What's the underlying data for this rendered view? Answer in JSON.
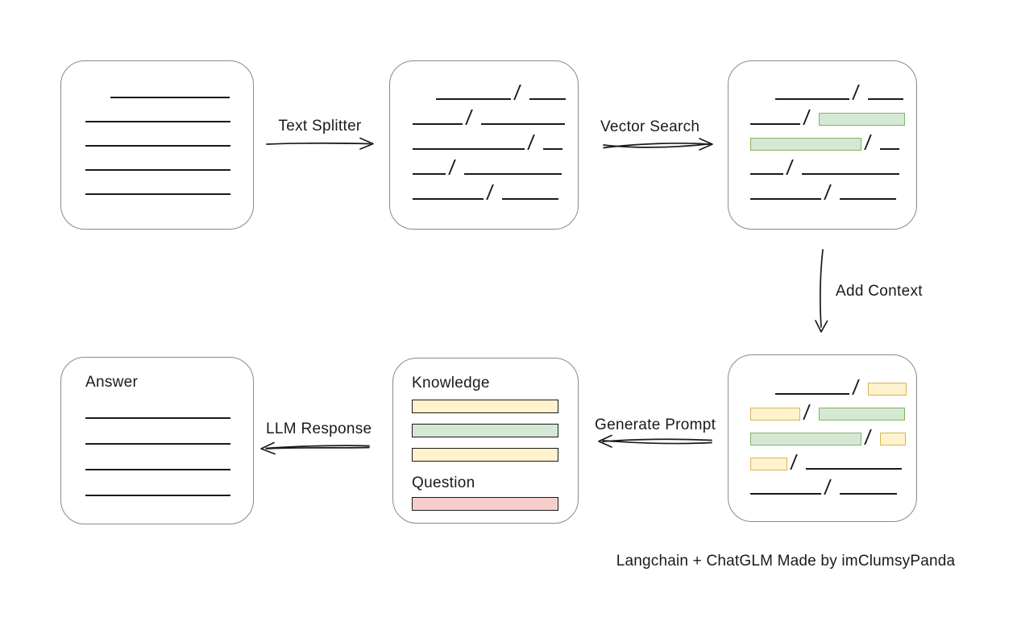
{
  "caption": "Langchain + ChatGLM Made by imClumsyPanda",
  "colors": {
    "ink": "#1a1a1a",
    "box_stroke": "#8a8a8a",
    "green_fill": "#d5e8d4",
    "green_stroke": "#82b366",
    "yellow_fill": "#fff2cc",
    "yellow_stroke": "#d6b656",
    "red_fill": "#f8cecc",
    "red_stroke": "#b85450"
  },
  "arrows": {
    "text_splitter": "Text Splitter",
    "vector_search": "Vector Search",
    "add_context": "Add Context",
    "generate_prompt": "Generate Prompt",
    "llm_response": "LLM Response"
  },
  "boxes": {
    "source_document": {
      "rows": [
        [
          {
            "t": "line",
            "w": 148,
            "indent": 31
          }
        ],
        [
          {
            "t": "line",
            "w": 180
          }
        ],
        [
          {
            "t": "line",
            "w": 180
          }
        ],
        [
          {
            "t": "line",
            "w": 180
          }
        ],
        [
          {
            "t": "line",
            "w": 180
          }
        ]
      ]
    },
    "split_text": {
      "rows": [
        [
          {
            "t": "line",
            "w": 93,
            "indent": 29
          },
          {
            "t": "slash"
          },
          {
            "t": "line",
            "w": 45
          }
        ],
        [
          {
            "t": "line",
            "w": 62
          },
          {
            "t": "slash"
          },
          {
            "t": "line",
            "w": 104
          }
        ],
        [
          {
            "t": "line",
            "w": 139
          },
          {
            "t": "slash"
          },
          {
            "t": "line",
            "w": 24
          }
        ],
        [
          {
            "t": "line",
            "w": 41
          },
          {
            "t": "slash"
          },
          {
            "t": "line",
            "w": 121
          }
        ],
        [
          {
            "t": "line",
            "w": 88
          },
          {
            "t": "slash"
          },
          {
            "t": "line",
            "w": 70
          }
        ]
      ]
    },
    "retrieved_chunks": {
      "rows": [
        [
          {
            "t": "line",
            "w": 92,
            "indent": 31
          },
          {
            "t": "slash"
          },
          {
            "t": "line",
            "w": 44
          }
        ],
        [
          {
            "t": "line",
            "w": 62
          },
          {
            "t": "slash"
          },
          {
            "t": "chunk",
            "c": "green",
            "w": 107
          }
        ],
        [
          {
            "t": "chunk",
            "c": "green",
            "w": 138
          },
          {
            "t": "slash"
          },
          {
            "t": "line",
            "w": 24
          }
        ],
        [
          {
            "t": "line",
            "w": 41
          },
          {
            "t": "slash"
          },
          {
            "t": "line",
            "w": 121
          }
        ],
        [
          {
            "t": "line",
            "w": 88
          },
          {
            "t": "slash"
          },
          {
            "t": "line",
            "w": 70
          }
        ]
      ]
    },
    "context_chunks": {
      "rows": [
        [
          {
            "t": "line",
            "w": 92,
            "indent": 31
          },
          {
            "t": "slash"
          },
          {
            "t": "chunk",
            "c": "yellow",
            "w": 48
          }
        ],
        [
          {
            "t": "chunk",
            "c": "yellow",
            "w": 62
          },
          {
            "t": "slash"
          },
          {
            "t": "chunk",
            "c": "green",
            "w": 107
          }
        ],
        [
          {
            "t": "chunk",
            "c": "green",
            "w": 138
          },
          {
            "t": "slash"
          },
          {
            "t": "chunk",
            "c": "yellow",
            "w": 32
          }
        ],
        [
          {
            "t": "chunk",
            "c": "yellow",
            "w": 46
          },
          {
            "t": "slash"
          },
          {
            "t": "line",
            "w": 119
          }
        ],
        [
          {
            "t": "line",
            "w": 88
          },
          {
            "t": "slash"
          },
          {
            "t": "line",
            "w": 71
          }
        ]
      ]
    },
    "prompt": {
      "knowledge_label": "Knowledge",
      "knowledge_bars": [
        "yellow",
        "green",
        "yellow"
      ],
      "question_label": "Question",
      "question_bars": [
        "red"
      ]
    },
    "answer": {
      "label": "Answer",
      "line_count": 4
    }
  }
}
